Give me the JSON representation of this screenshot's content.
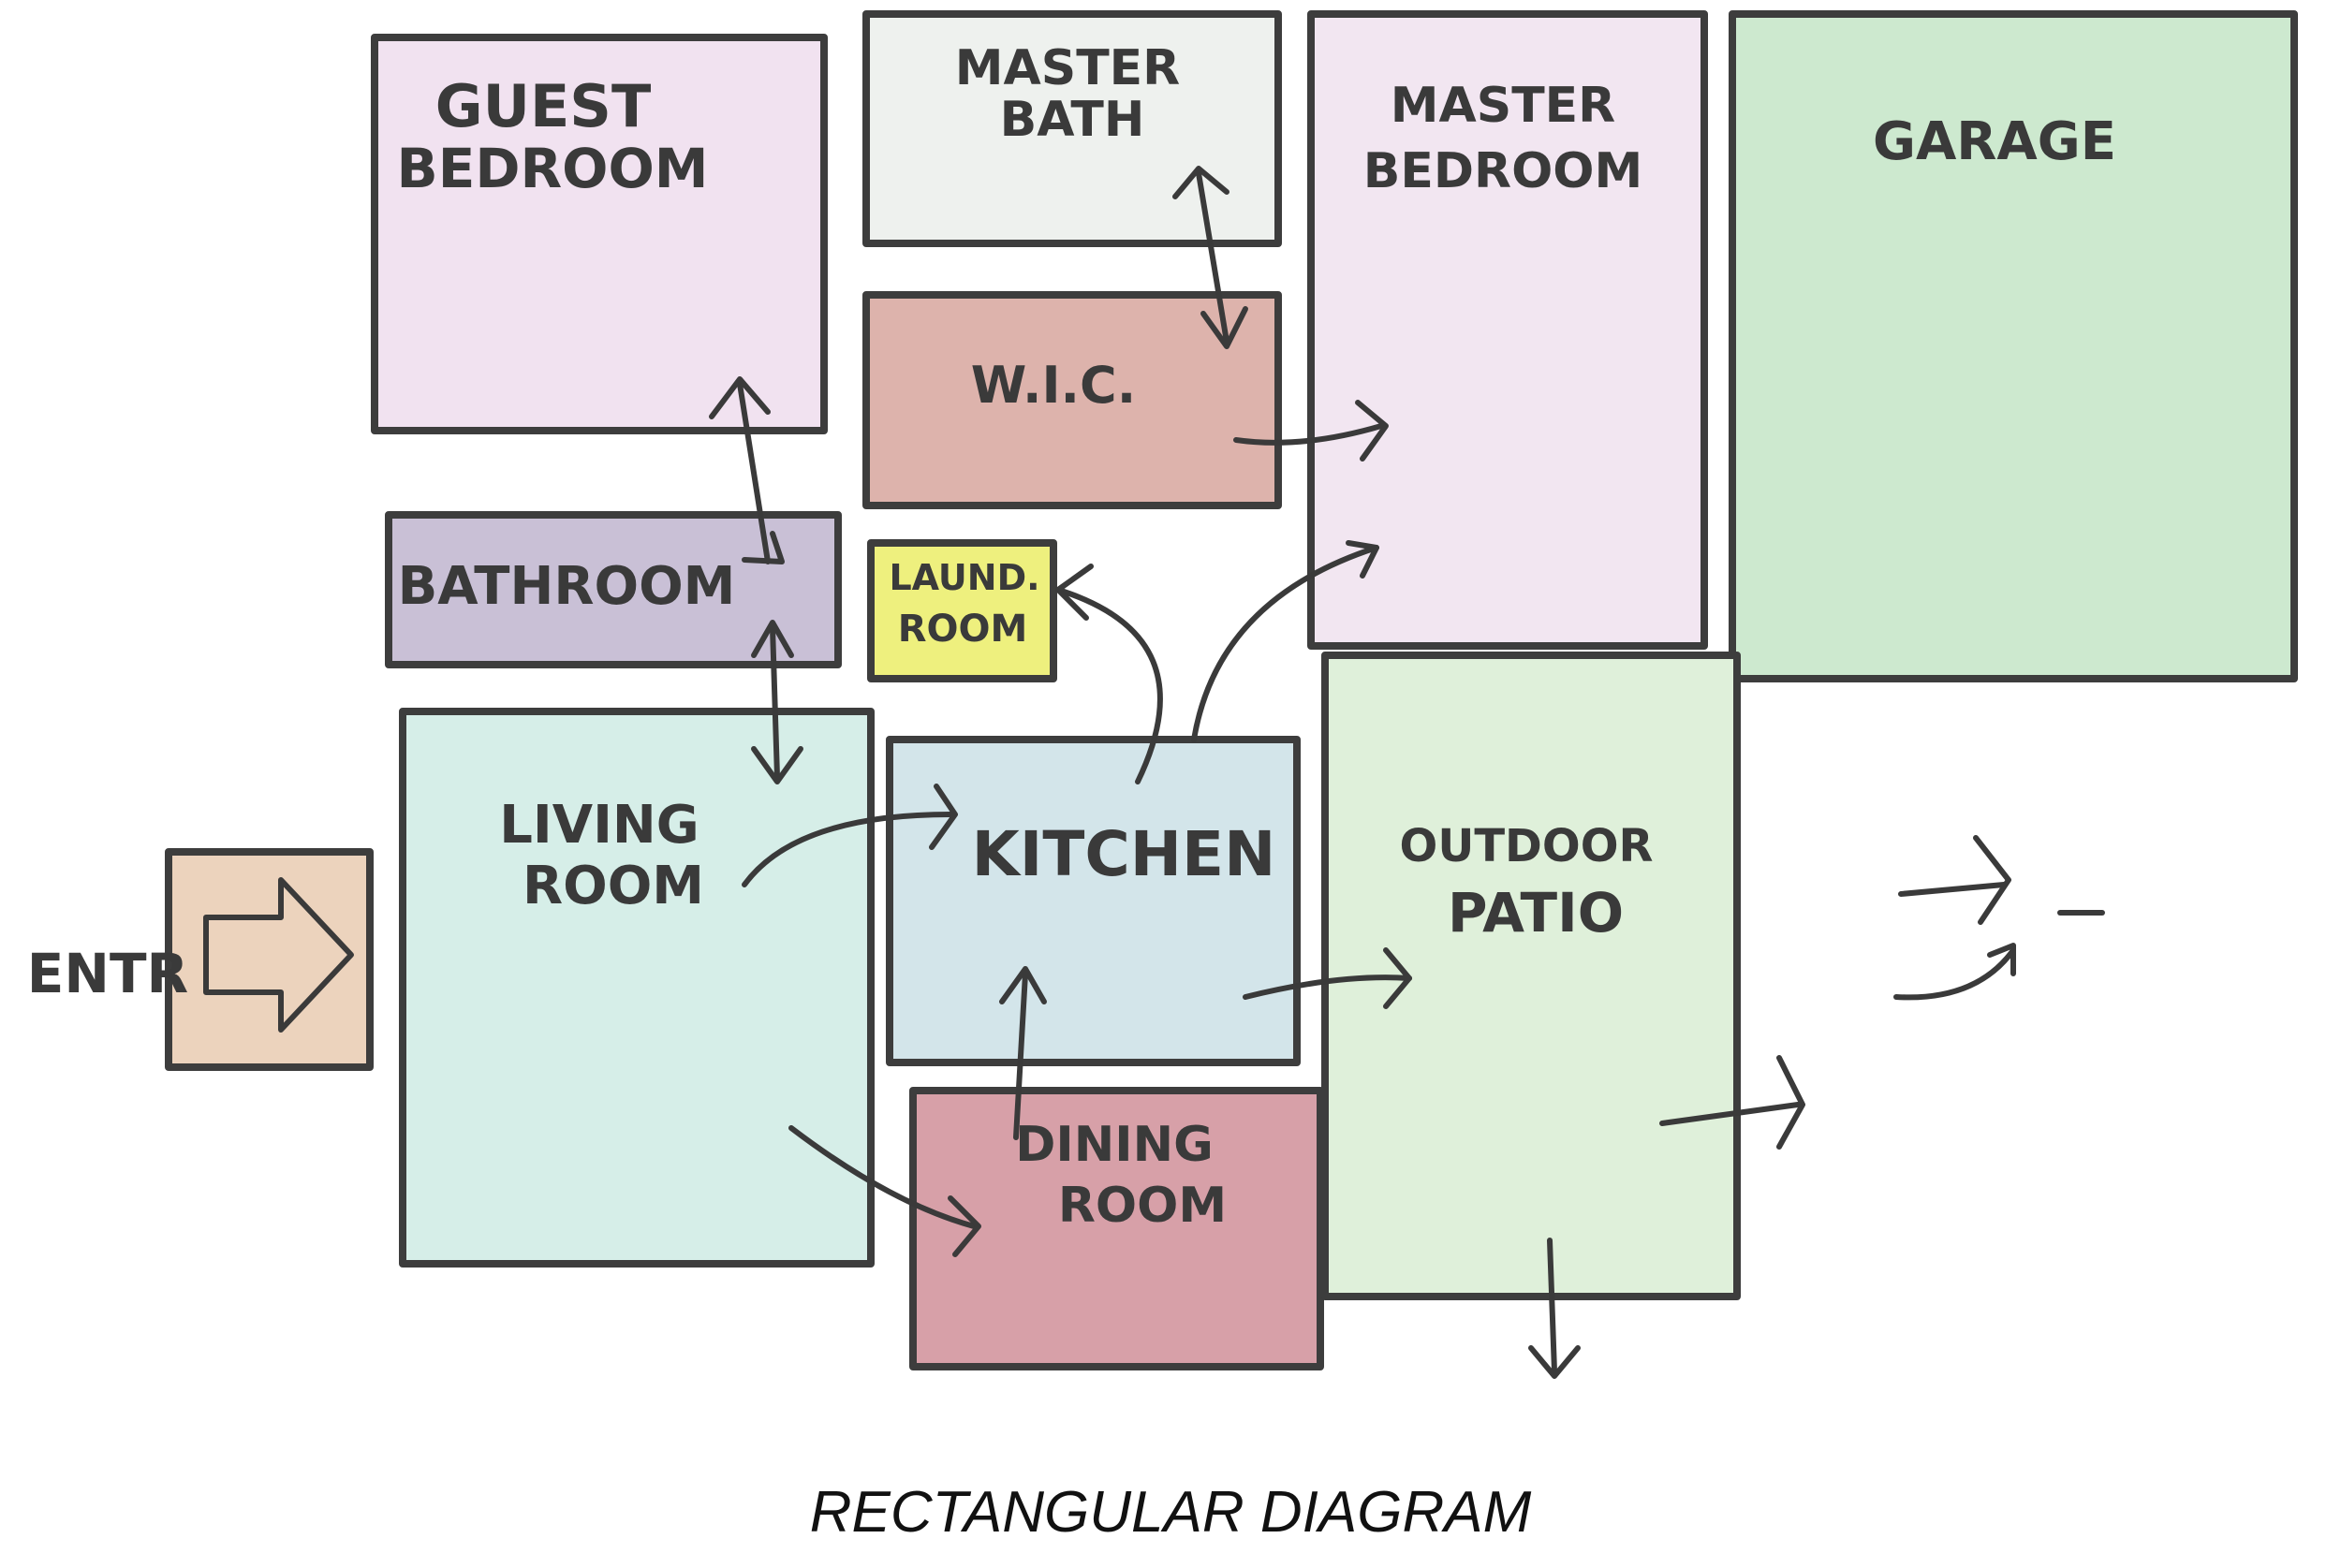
{
  "colors": {
    "outline": "#3d3d3d",
    "guest_bedroom": "#f1e2f0",
    "master_bath": "#eef1ee",
    "wic": "#ddb3ac",
    "master_bedroom": "#f2e6f1",
    "garage": "#cde9cf",
    "bathroom": "#c9c0d6",
    "laundry": "#eef07e",
    "living_room": "#d6eee8",
    "kitchen": "#d3e5ea",
    "dining_room": "#d7a0a8",
    "patio": "#dff0da",
    "entry": "#ecd3bd"
  },
  "rooms": {
    "guest_bedroom": {
      "line1": "GUEST",
      "line2": "BEDROOM"
    },
    "master_bath": {
      "line1": "MASTER",
      "line2": "BATH"
    },
    "wic": {
      "line1": "W.I.C."
    },
    "master_bedroom": {
      "line1": "MASTER",
      "line2": "BEDROOM"
    },
    "garage": {
      "line1": "GARAGE"
    },
    "bathroom": {
      "line1": "BATHROOM"
    },
    "laundry": {
      "line1": "LAUND.",
      "line2": "ROOM"
    },
    "living_room": {
      "line1": "LIVING",
      "line2": "ROOM"
    },
    "kitchen": {
      "line1": "KITCHEN"
    },
    "dining_room": {
      "line1": "DINING",
      "line2": "ROOM"
    },
    "patio": {
      "line1": "OUTDOOR",
      "line2": "PATIO"
    },
    "entry": {
      "line1": "ENTR"
    }
  },
  "caption": "RECTANGULAR DIAGRAM"
}
